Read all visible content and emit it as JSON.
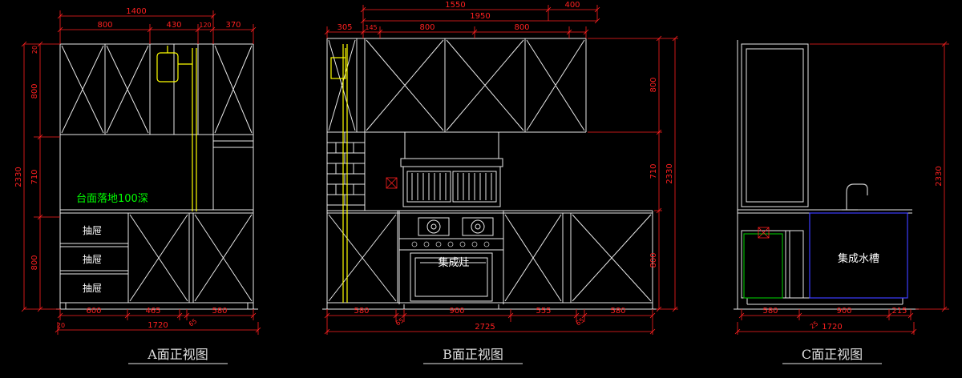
{
  "meta": {
    "background": "#000000"
  },
  "colors": {
    "line": "#e8e8e8",
    "dimension": "#ff2020",
    "pipe": "#ffff00",
    "note_green": "#00ff00",
    "aux_blue": "#3c3cff",
    "aux_green": "#00b400"
  },
  "views": {
    "a": {
      "title": "A面正视图",
      "top": {
        "overall": "1400",
        "d1": "800",
        "d2": "430",
        "d3": "120",
        "d4": "370"
      },
      "left": {
        "d0": "20",
        "d1": "800",
        "d2": "710",
        "d3": "800",
        "overall": "2330"
      },
      "bottom": {
        "d1": "600",
        "d2": "465",
        "d3": "65",
        "d4": "580",
        "e1": "20",
        "overall": "1720"
      },
      "notes": {
        "counter": "台面落地100深",
        "drawer": "抽屉"
      }
    },
    "b": {
      "title": "B面正视图",
      "top": {
        "r1a": "1550",
        "r1b": "400",
        "r2": "1950",
        "d1": "305",
        "d2": "145",
        "d3": "800",
        "d4": "800"
      },
      "right": {
        "d1": "800",
        "d2": "710",
        "d3": "800",
        "overall": "2330"
      },
      "bottom": {
        "d1": "580",
        "g1": "65",
        "d2": "900",
        "d3": "555",
        "g2": "65",
        "d4": "580",
        "overall": "2725"
      },
      "labels": {
        "stove": "集成灶"
      }
    },
    "c": {
      "title": "C面正视图",
      "right": {
        "overall": "2330"
      },
      "bottom": {
        "d1": "580",
        "d2": "900",
        "d3": "215",
        "e1": "25",
        "overall": "1720"
      },
      "labels": {
        "sink": "集成水槽"
      }
    }
  }
}
